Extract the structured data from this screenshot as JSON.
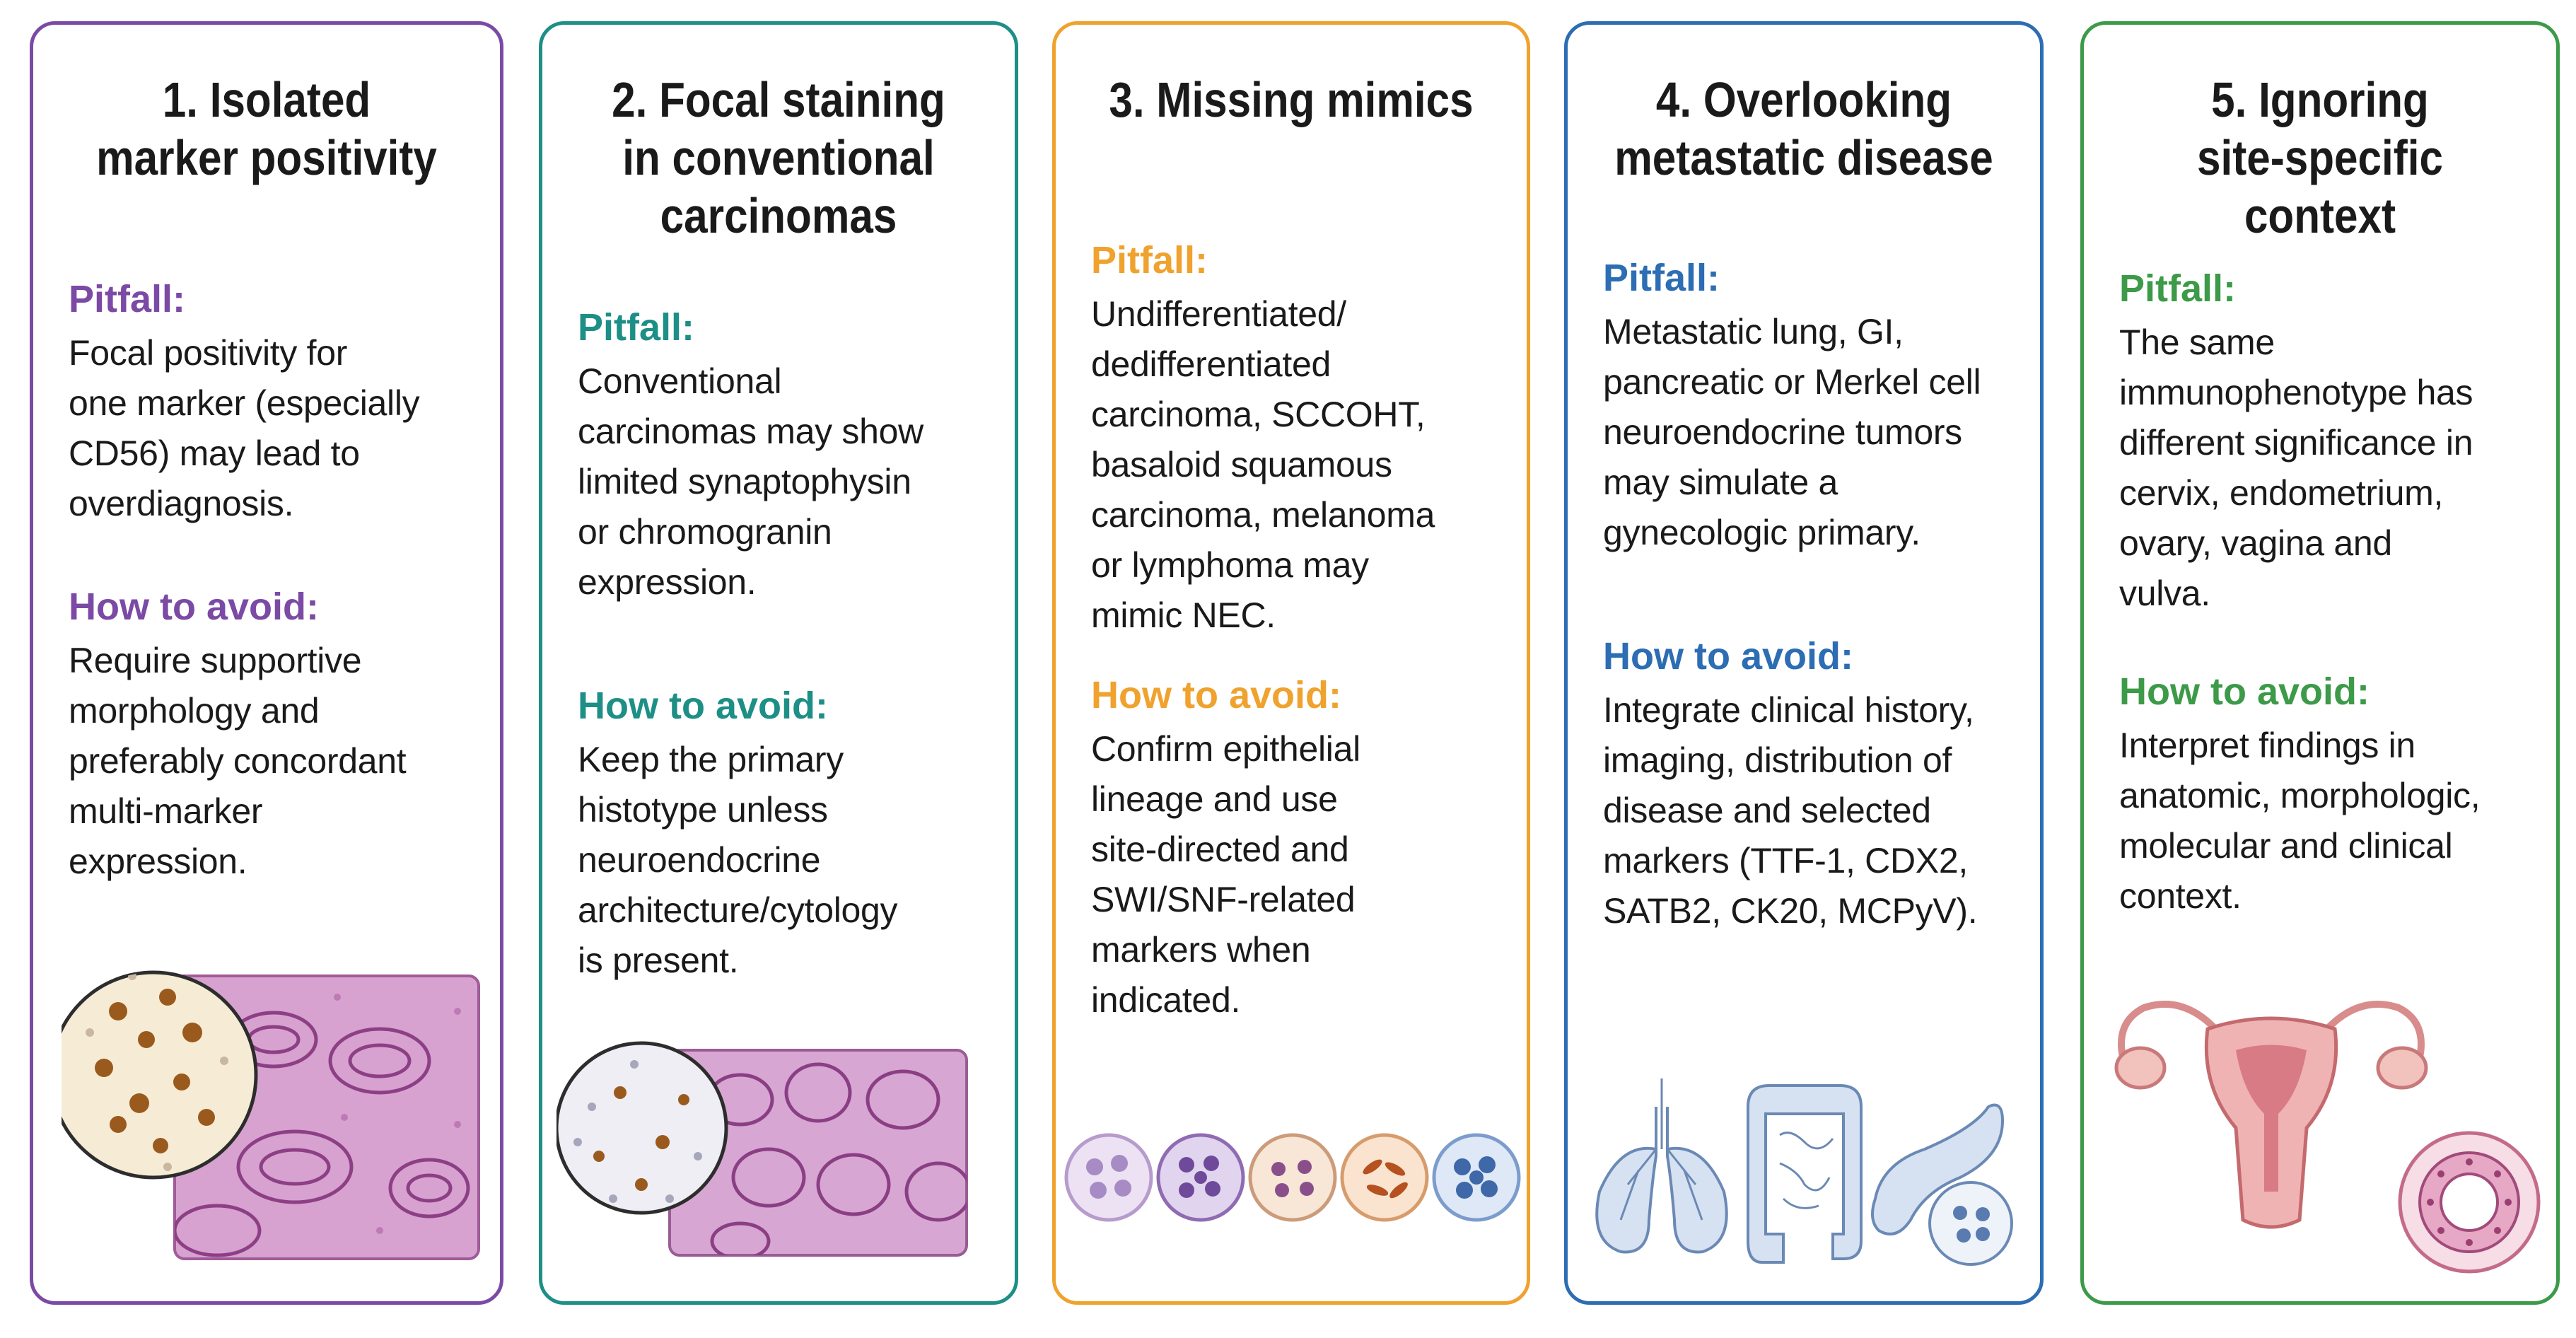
{
  "cards": [
    {
      "title": "1. Isolated\nmarker positivity",
      "color": "#7b4aa5",
      "pitfall_label": "Pitfall:",
      "pitfall": "Focal positivity for\none marker (especially\nCD56) may lead to\noverdiagnosis.",
      "avoid_label": "How to avoid:",
      "avoid": "Require supportive\nmorphology and\npreferably concordant\nmulti-marker\nexpression.",
      "illustration": "tissue-magnifier-icon"
    },
    {
      "title": "2. Focal staining\nin conventional\ncarcinomas",
      "color": "#1d8f86",
      "pitfall_label": "Pitfall:",
      "pitfall": "Conventional\ncarcinomas may show\nlimited synaptophysin\nor chromogranin\nexpression.",
      "avoid_label": "How to avoid:",
      "avoid": "Keep the primary\nhistotype unless\nneuroendocrine\narchitecture/cytology\nis present.",
      "illustration": "tissue-magnifier-icon"
    },
    {
      "title": "3. Missing mimics",
      "color": "#f0a22e",
      "pitfall_label": "Pitfall:",
      "pitfall": "Undifferentiated/\ndedifferentiated\ncarcinoma, SCCOHT,\nbasaloid squamous\ncarcinoma, melanoma\nor lymphoma may\nmimic NEC.",
      "avoid_label": "How to avoid:",
      "avoid": "Confirm epithelial\nlineage and use\nsite-directed and\nSWI/SNF-related\nmarkers when\nindicated.",
      "illustration": "cell-circles-icon"
    },
    {
      "title": "4. Overlooking\nmetastatic disease",
      "color": "#2c6db3",
      "pitfall_label": "Pitfall:",
      "pitfall": "Metastatic lung, GI,\npancreatic or Merkel cell\nneuroendocrine tumors\nmay simulate a\ngynecologic primary.",
      "avoid_label": "How to avoid:",
      "avoid": "Integrate clinical history,\nimaging, distribution of\ndisease and selected\nmarkers (TTF-1, CDX2,\nSATB2, CK20, MCPyV).",
      "illustration": "organs-icon"
    },
    {
      "title": "5. Ignoring\nsite-specific\ncontext",
      "color": "#3c9a48",
      "pitfall_label": "Pitfall:",
      "pitfall": "The same\nimmunophenotype has\ndifferent significance in\ncervix, endometrium,\novary, vagina and\nvulva.",
      "avoid_label": "How to avoid:",
      "avoid": "Interpret findings in\nanatomic, morphologic,\nmolecular and clinical\ncontext.",
      "illustration": "uterus-icon"
    }
  ]
}
